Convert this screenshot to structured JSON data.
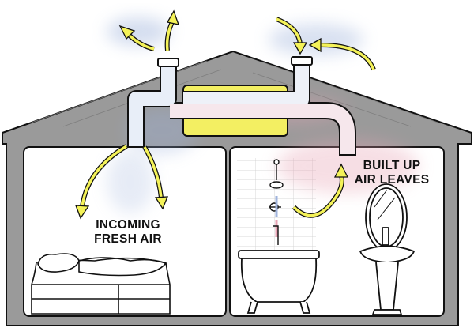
{
  "labels": {
    "incoming_1": "INCOMING",
    "incoming_2": "FRESH AIR",
    "leaving_1": "BUILT UP",
    "leaving_2": "AIR LEAVES"
  },
  "colors": {
    "house_wall": "#9a9a9a",
    "house_outline": "#111111",
    "room": "#ffffff",
    "heat_exchanger": "#f3ef62",
    "arrow": "#f4f258",
    "fresh_air": "#9fb3dc",
    "stale_air": "#e7a3b4",
    "duct": "#ffffff"
  },
  "icons": {
    "bed": "bed-icon",
    "bathtub": "bathtub-icon",
    "shower": "shower-icon",
    "mirror": "mirror-icon",
    "sink": "sink-icon"
  }
}
